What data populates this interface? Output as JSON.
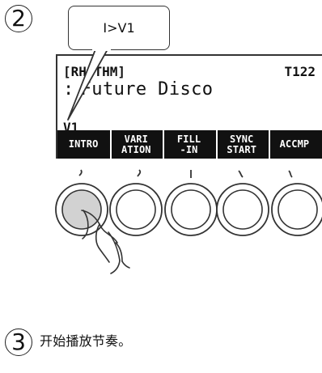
{
  "steps": {
    "step2": "2",
    "step3": "3"
  },
  "callout": {
    "text": "I>V1"
  },
  "display": {
    "mode_label": "[RH  THM]",
    "tempo_label": "T122",
    "rhythm_prefix": " :",
    "rhythm_name": "Future Disco",
    "variation_label": "V1"
  },
  "softkeys": [
    {
      "label": "INTRO"
    },
    {
      "label": "VARI\nATION"
    },
    {
      "label": "FILL\n-IN"
    },
    {
      "label": "SYNC\nSTART"
    },
    {
      "label": "ACCMP"
    }
  ],
  "instruction": {
    "text": "开始播放节奏。"
  },
  "icons": {
    "step_badge": "circled-number-icon",
    "callout_pointer": "callout-pointer-icon",
    "knob": "knob-icon",
    "hand": "hand-pointer-icon"
  }
}
